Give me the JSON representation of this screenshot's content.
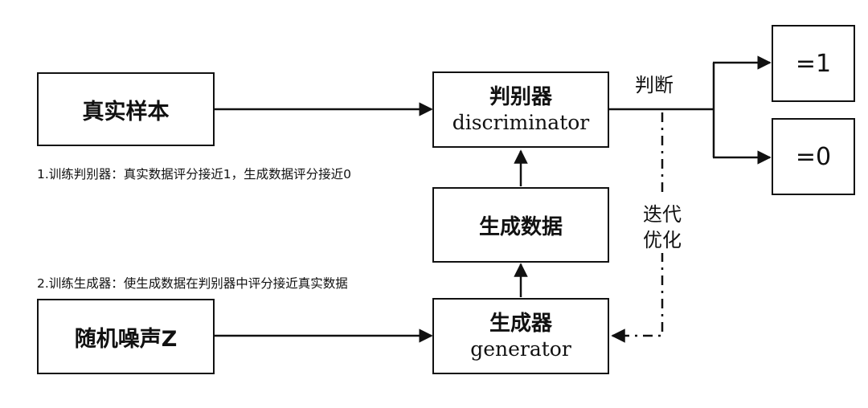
{
  "nodes": {
    "real_samples": "真实样本",
    "discriminator_cn": "判别器",
    "discriminator_en": "discriminator",
    "generated_data": "生成数据",
    "generator_cn": "生成器",
    "generator_en": "generator",
    "random_noise": "随机噪声Z",
    "output_one": "=1",
    "output_zero": "=0"
  },
  "edge_labels": {
    "judge": "判断",
    "iterate_line1": "迭代",
    "iterate_line2": "优化"
  },
  "notes": {
    "step1": "1.训练判别器：真实数据评分接近1，生成数据评分接近0",
    "step2": "2.训练生成器：使生成数据在判别器中评分接近真实数据"
  }
}
